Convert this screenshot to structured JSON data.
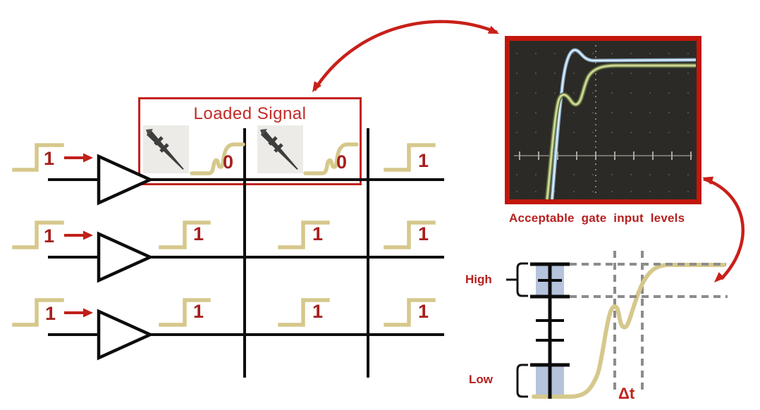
{
  "loaded_signal_box": {
    "title": "Loaded Signal"
  },
  "circuit": {
    "rows": [
      {
        "input": "1",
        "outputs": [
          "0",
          "0",
          "1"
        ]
      },
      {
        "input": "1",
        "outputs": [
          "1",
          "1",
          "1"
        ]
      },
      {
        "input": "1",
        "outputs": [
          "1",
          "1",
          "1"
        ]
      }
    ]
  },
  "scope": {
    "caption": "Acceptable gate input levels"
  },
  "levels": {
    "high": "High",
    "low": "Low",
    "delta_t": "Δt"
  },
  "colors": {
    "accent_red": "#c1201a",
    "digit_red": "#a5201d",
    "signal_tan": "#d6c88c",
    "band_blue": "#b5c3dc",
    "scope_bg": "#2c2a26",
    "dashed_gray": "#8c8c8c"
  }
}
